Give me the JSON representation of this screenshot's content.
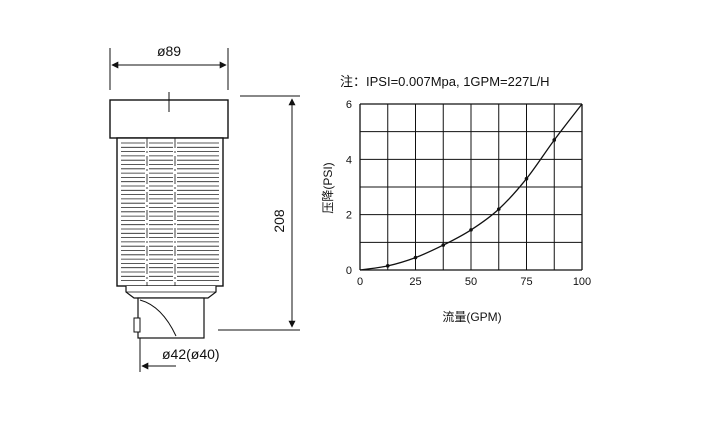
{
  "drawing": {
    "top_diameter": "ø89",
    "height": "208",
    "bottom_diameter": "ø42(ø40)"
  },
  "chart_data": {
    "type": "line",
    "note": "注：IPSI=0.007Mpa, 1GPM=227L/H",
    "xlabel": "流量(GPM)",
    "ylabel": "压降(PSI)",
    "xlim": [
      0,
      100
    ],
    "ylim": [
      0,
      6
    ],
    "xticks": [
      0,
      25,
      50,
      75,
      100
    ],
    "yticks": [
      0,
      2,
      4,
      6
    ],
    "grid": true,
    "x": [
      0,
      12.5,
      25,
      37.5,
      50,
      62.5,
      75,
      87.5,
      100
    ],
    "y": [
      0,
      0.15,
      0.45,
      0.9,
      1.45,
      2.2,
      3.3,
      4.7,
      6.0
    ],
    "markers_x": [
      12.5,
      25,
      37.5,
      50,
      62.5,
      75,
      87.5
    ],
    "markers_y": [
      0.15,
      0.45,
      0.9,
      1.45,
      2.2,
      3.3,
      4.7
    ]
  }
}
